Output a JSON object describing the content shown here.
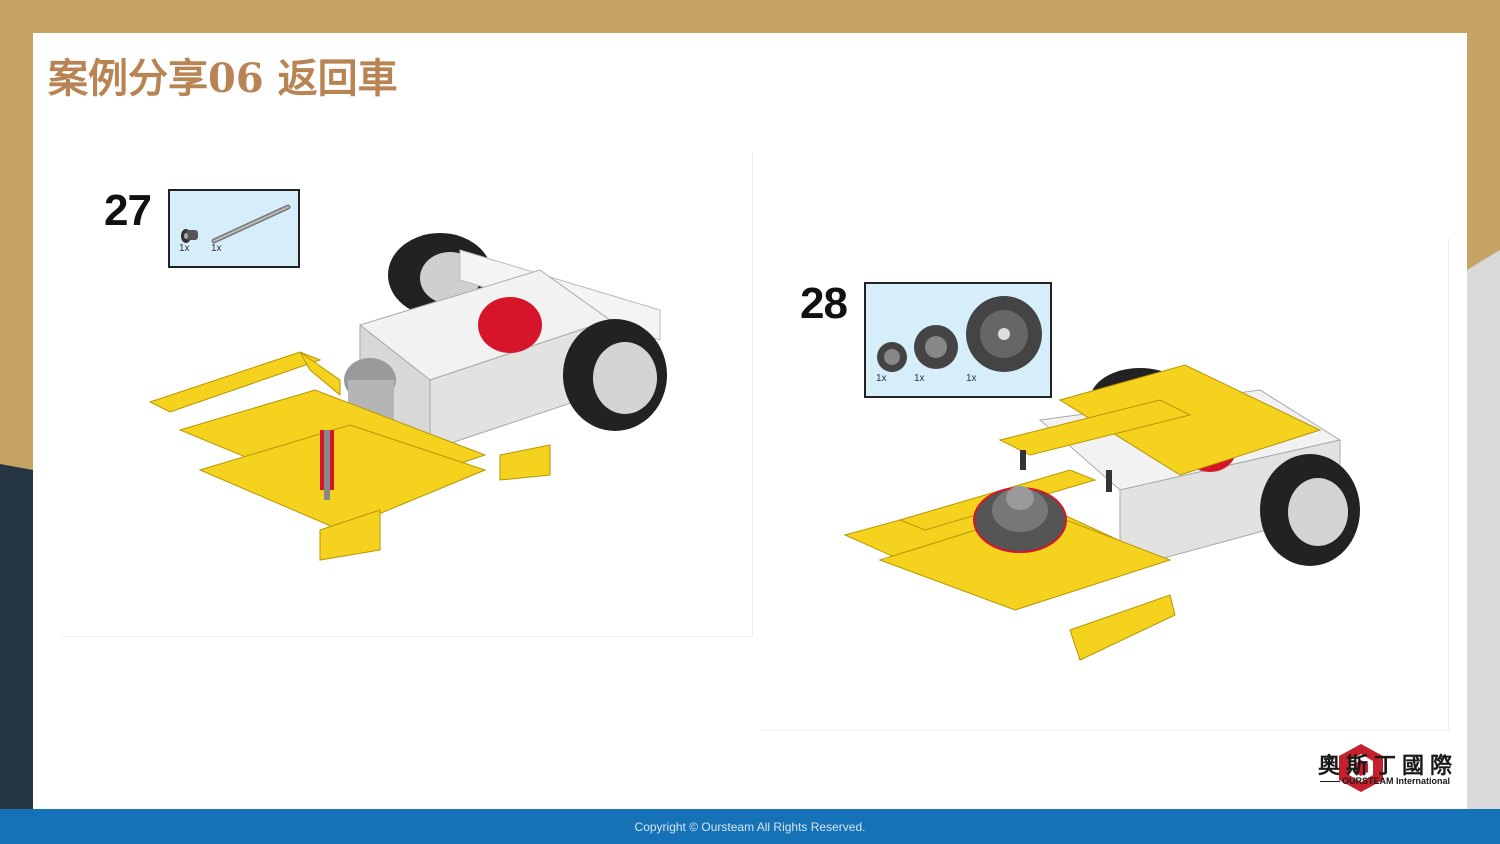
{
  "slide": {
    "title": "案例分享06 返回車"
  },
  "steps": [
    {
      "number": "27",
      "parts": [
        {
          "qty": "1x",
          "icon": "bush-piece-icon"
        },
        {
          "qty": "1x",
          "icon": "axle-icon"
        }
      ]
    },
    {
      "number": "28",
      "parts": [
        {
          "qty": "1x",
          "icon": "small-gear-icon"
        },
        {
          "qty": "1x",
          "icon": "medium-gear-icon"
        },
        {
          "qty": "1x",
          "icon": "large-gear-icon"
        }
      ]
    }
  ],
  "logo": {
    "name_cn": "奧斯丁國際",
    "name_en": "OURSTEAM International"
  },
  "footer": {
    "copyright": "Copyright © Oursteam All Rights Reserved."
  },
  "colors": {
    "frame_gold": "#c4a364",
    "title_brown": "#b98454",
    "footer_blue": "#1572b6",
    "dark_slate": "#253642",
    "parts_box_blue": "#d6eefa",
    "lego_yellow": "#f5d21e",
    "lego_red": "#d7152a"
  }
}
